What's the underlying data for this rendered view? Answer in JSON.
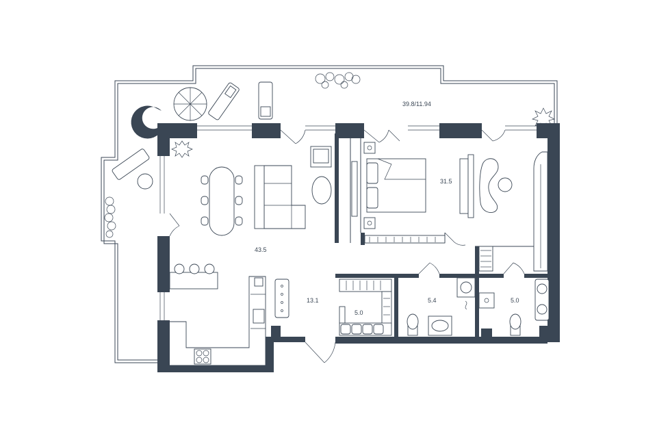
{
  "rooms": {
    "terrace": {
      "area": "39.8/11.94"
    },
    "living": {
      "area": "43.5"
    },
    "bedroom": {
      "area": "31.5"
    },
    "hall": {
      "area": "13.1"
    },
    "wardrobe": {
      "area": "5.0"
    },
    "bathroom_1": {
      "area": "5.4"
    },
    "bathroom_2": {
      "area": "5.0"
    }
  },
  "colors": {
    "wall": "#3a4654",
    "background": "#ffffff"
  },
  "icons": [
    "sun-lounger-icon",
    "umbrella-icon",
    "plant-icon",
    "sofa-icon",
    "bed-icon",
    "dining-table-icon",
    "stove-icon",
    "sink-icon",
    "toilet-icon",
    "bathtub-icon",
    "wardrobe-icon"
  ]
}
